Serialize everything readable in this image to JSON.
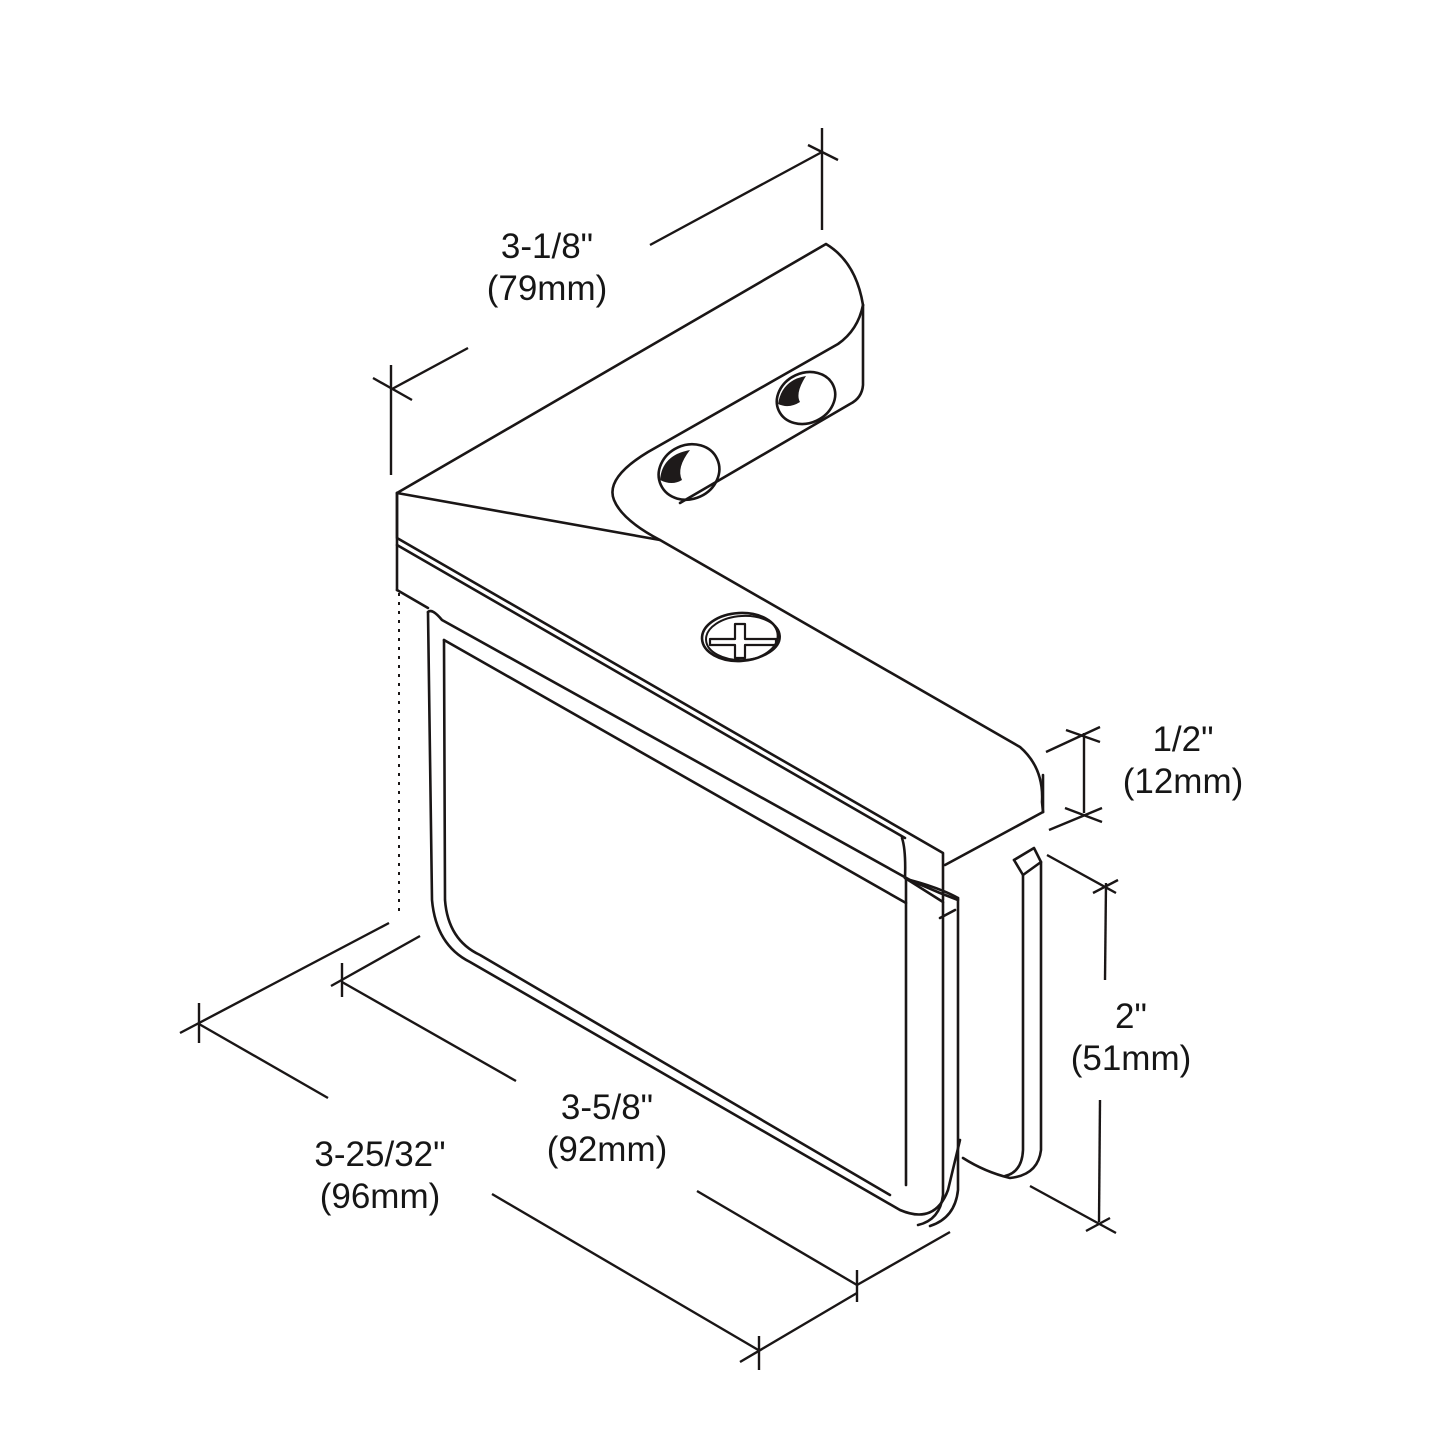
{
  "figure": {
    "subject": "glass-to-wall 90 degree hinge / clamp line drawing",
    "line_color": "#1a1616",
    "background": "#ffffff"
  },
  "dimensions": {
    "top_length": {
      "imperial": "3-1/8\"",
      "metric": "(79mm)"
    },
    "plate_thickness": {
      "imperial": "1/2\"",
      "metric": "(12mm)"
    },
    "height": {
      "imperial": "2\"",
      "metric": "(51mm)"
    },
    "inner_length": {
      "imperial": "3-5/8\"",
      "metric": "(92mm)"
    },
    "overall_length": {
      "imperial": "3-25/32\"",
      "metric": "(96mm)"
    }
  },
  "features": {
    "mounting_holes": 2,
    "screw": "phillips-screw"
  }
}
